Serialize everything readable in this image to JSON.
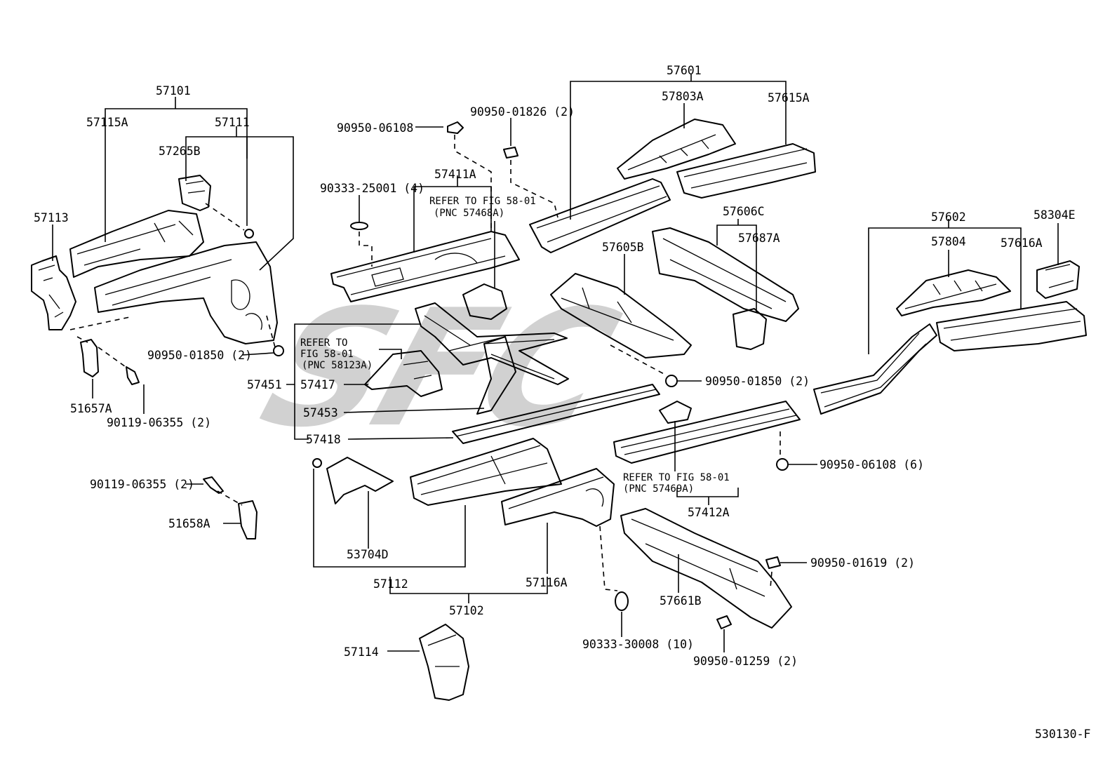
{
  "diagram_id": "530130-F",
  "watermark": "SFC",
  "callouts": {
    "p57101": "57101",
    "p57115a": "57115A",
    "p57111": "57111",
    "p57265b": "57265B",
    "p57113": "57113",
    "p90950_01850_a": "90950-01850 (2)",
    "p51657a": "51657A",
    "p90119_06355_a": "90119-06355 (2)",
    "p90119_06355_b": "90119-06355 (2)",
    "p51658a": "51658A",
    "p90950_06108_a": "90950-06108",
    "p90950_01826": "90950-01826 (2)",
    "p90333_25001": "90333-25001 (4)",
    "p57411a": "57411A",
    "refer_58_01_a_line1": "REFER TO FIG 58-01",
    "refer_58_01_a_line2": "(PNC 57468A)",
    "refer_58_01_b_line1": "REFER TO",
    "refer_58_01_b_line2": "FIG 58-01",
    "refer_58_01_b_line3": "(PNC 58123A)",
    "p57451": "57451",
    "p57417": "57417",
    "p57453": "57453",
    "p57418": "57418",
    "p53704d": "53704D",
    "p57112": "57112",
    "p57102": "57102",
    "p57116a": "57116A",
    "p57114": "57114",
    "p57601": "57601",
    "p57803a": "57803A",
    "p57615a": "57615A",
    "p57606c": "57606C",
    "p57687a": "57687A",
    "p57605b": "57605B",
    "p90950_01850_b": "90950-01850 (2)",
    "p90950_06108_b": "90950-06108 (6)",
    "refer_58_01_c_line1": "REFER TO FIG 58-01",
    "refer_58_01_c_line2": "(PNC 57469A)",
    "p57412a": "57412A",
    "p90950_01619": "90950-01619 (2)",
    "p57661b": "57661B",
    "p90333_30008": "90333-30008 (10)",
    "p90950_01259": "90950-01259 (2)",
    "p57602": "57602",
    "p57804": "57804",
    "p57616a": "57616A",
    "p58304e": "58304E"
  }
}
